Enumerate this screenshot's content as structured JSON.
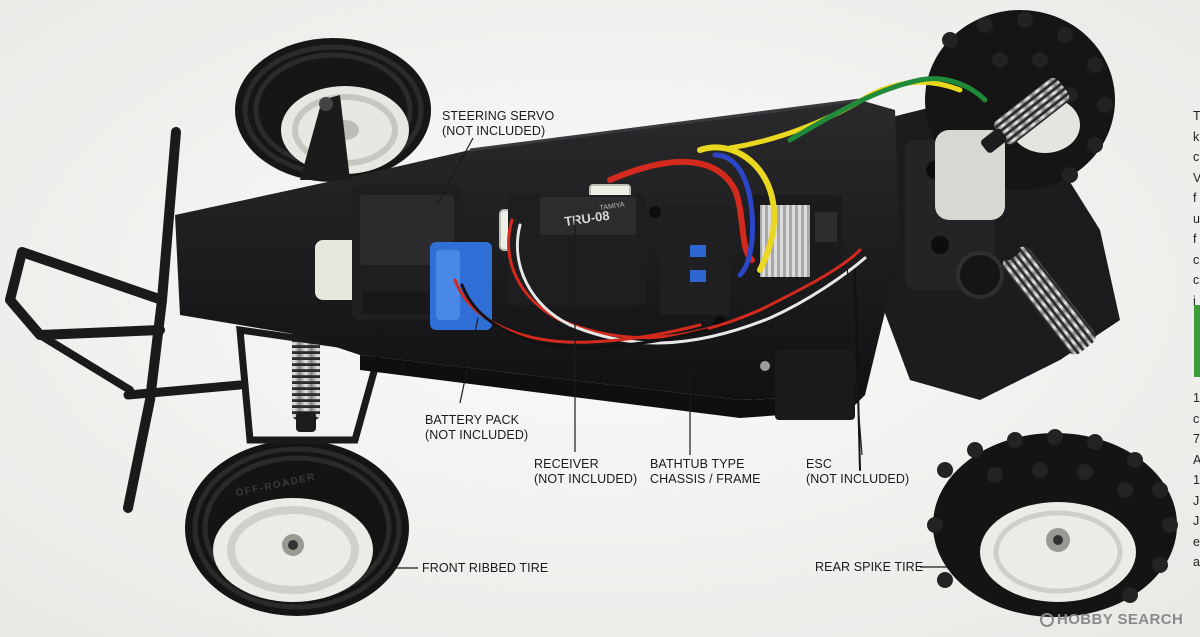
{
  "callouts": {
    "steering_servo": [
      "STEERING SERVO",
      "(NOT INCLUDED)"
    ],
    "battery_pack": [
      "BATTERY PACK",
      "(NOT INCLUDED)"
    ],
    "receiver": [
      "RECEIVER",
      "(NOT INCLUDED)"
    ],
    "chassis": [
      "BATHTUB TYPE",
      "CHASSIS / FRAME"
    ],
    "esc": [
      "ESC",
      "(NOT INCLUDED)"
    ],
    "front_tire": [
      "FRONT RIBBED TIRE"
    ],
    "rear_tire": [
      "REAR SPIKE TIRE"
    ]
  },
  "component_markings": {
    "receiver_label": "TRU-08",
    "receiver_brand": "TAMIYA",
    "tire_sidewall": "OFF-ROADER"
  },
  "edge_text_top": [
    "T",
    "k",
    "c",
    "V",
    "f",
    "u",
    "f",
    "c",
    "c",
    "i"
  ],
  "edge_text_bottom": [
    "1",
    "c",
    "7",
    "A",
    "1",
    "J",
    "J",
    "e",
    "a"
  ],
  "watermark": "HOBBY SEARCH",
  "colors": {
    "background": "#f4f4f2",
    "chassis": "#1b1b1d",
    "wire_red": "#d42a1e",
    "wire_yellow": "#e9d81f",
    "wire_green": "#1f8a3a",
    "wire_blue": "#2b46c8",
    "battery_blue": "#2f6fd6",
    "accent_green": "#3d9b3a"
  }
}
